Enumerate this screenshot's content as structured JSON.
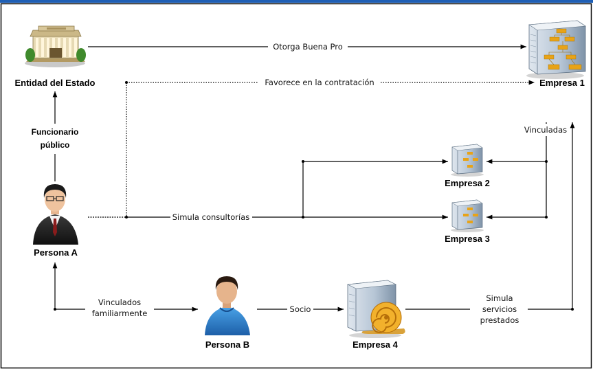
{
  "nodes": {
    "entidad": "Entidad del Estado",
    "empresa1": "Empresa 1",
    "empresa2": "Empresa 2",
    "empresa3": "Empresa 3",
    "empresa4": "Empresa 4",
    "persona_a": "Persona A",
    "persona_b": "Persona B"
  },
  "edges": {
    "otorga": "Otorga Buena Pro",
    "favorece": "Favorece en la contratación",
    "funcionario_1": "Funcionario",
    "funcionario_2": "público",
    "vinculadas": "Vinculadas",
    "simula_consultorias": "Simula consultorías",
    "vinculados_1": "Vinculados",
    "vinculados_2": "familiarmente",
    "socio": "Socio",
    "simula_servicios_1": "Simula",
    "simula_servicios_2": "servicios",
    "simula_servicios_3": "prestados"
  },
  "colors": {
    "border_top": "#1f5fb5",
    "border": "#000000",
    "line": "#000000"
  }
}
